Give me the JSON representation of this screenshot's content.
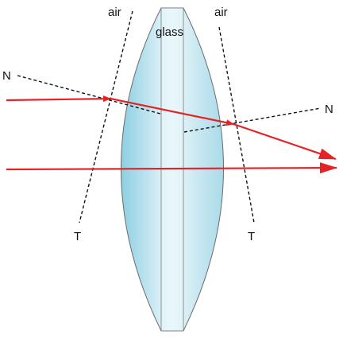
{
  "labels": {
    "air_left": "air",
    "air_right": "air",
    "glass": "glass",
    "normal_left": "N",
    "normal_right": "N",
    "tangent_left": "T",
    "tangent_right": "T"
  },
  "colors": {
    "ray": "#e52226",
    "lens_outline": "#6b6b6b",
    "lens_edge_fill": "#8fd0e3",
    "lens_center_fill": "#e8f6fb",
    "construction_lines": "#111111"
  }
}
